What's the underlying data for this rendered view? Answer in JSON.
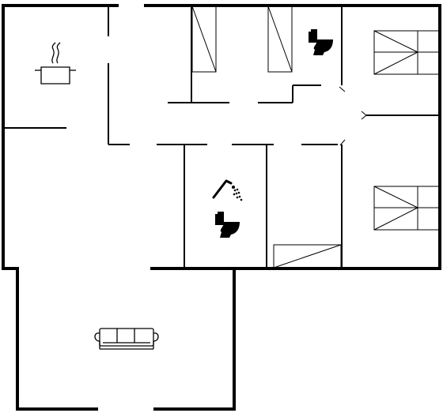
{
  "plan": {
    "rooms": [
      {
        "id": "kitchen",
        "icon": "cooking-pot-icon"
      },
      {
        "id": "wc-1",
        "icon": "toilet-icon"
      },
      {
        "id": "bedroom-1",
        "icon": "bed-icon"
      },
      {
        "id": "bathroom",
        "icons": [
          "shower-icon",
          "toilet-icon"
        ]
      },
      {
        "id": "bedroom-2",
        "icon": "bed-icon"
      },
      {
        "id": "living-room",
        "icon": "sofa-icon"
      }
    ],
    "colors": {
      "wall": "#000000",
      "background": "#ffffff"
    }
  }
}
